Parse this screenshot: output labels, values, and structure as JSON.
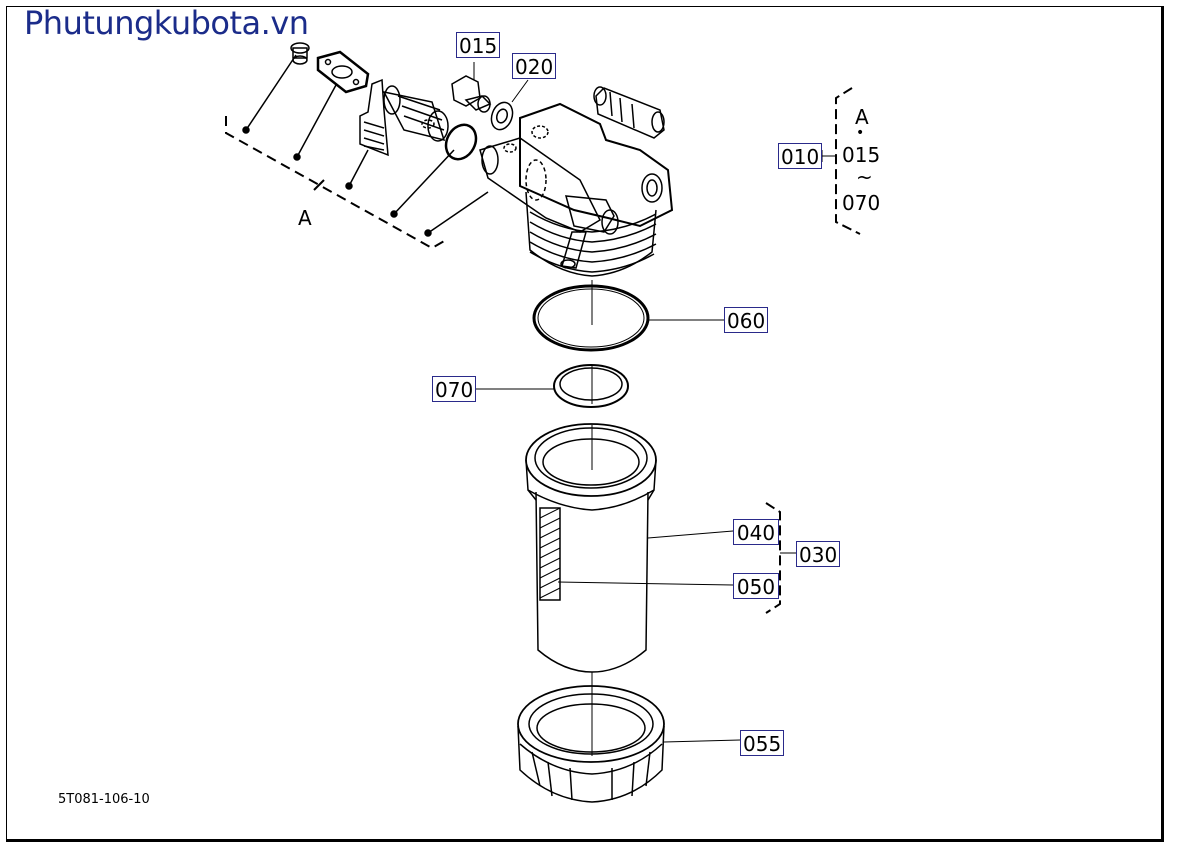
{
  "watermark": "Phutungkubota.vn",
  "reference_code": "5T081-106-10",
  "group_letter": "A",
  "parts": {
    "p015": "015",
    "p020": "020",
    "p010": "010",
    "p060": "060",
    "p070": "070",
    "p040": "040",
    "p030": "030",
    "p050": "050",
    "p055": "055"
  },
  "legend": {
    "letter": "A",
    "dot": "•",
    "from": "015",
    "tilde": "~",
    "to": "070"
  },
  "colors": {
    "watermark": "#1b2c8a",
    "label_border": "#2a2a8a",
    "line": "#000000"
  }
}
